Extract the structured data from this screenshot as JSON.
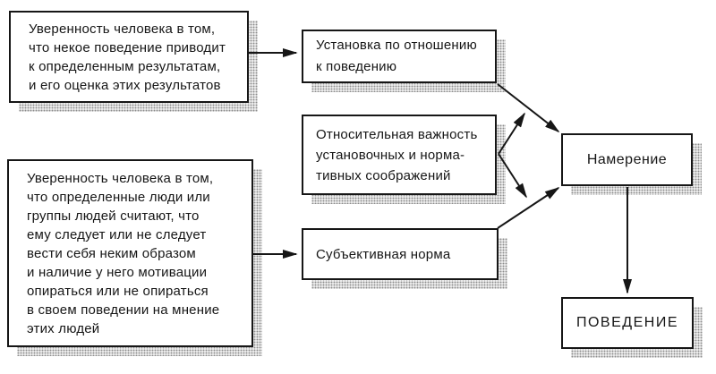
{
  "diagram": {
    "boxes": {
      "behavioral_beliefs": {
        "lines": [
          "Уверенность человека в том,",
          "что некое поведение приводит",
          "к определенным результатам,",
          "и его оценка этих результатов"
        ]
      },
      "attitude": {
        "lines": [
          "Установка по отношению",
          "к поведению"
        ]
      },
      "importance": {
        "lines": [
          "Относительная важность",
          "установочных и норма-",
          "тивных соображений"
        ]
      },
      "normative_beliefs": {
        "lines": [
          "Уверенность человека в том,",
          "что определенные люди или",
          "группы людей считают, что",
          "ему следует или не следует",
          "вести себя неким образом",
          "и наличие у него мотивации",
          "опираться или не опираться",
          "в своем поведении на мнение",
          "этих людей"
        ]
      },
      "subjective_norm": {
        "label": "Субъективная норма"
      },
      "intention": {
        "label": "Намерение"
      },
      "behavior": {
        "label": "ПОВЕДЕНИЕ"
      }
    },
    "colors": {
      "line": "#161616",
      "text": "#161616",
      "box_fill": "#ffffff",
      "shadow_dots": "#8d8d8d",
      "background": "#ffffff"
    }
  }
}
